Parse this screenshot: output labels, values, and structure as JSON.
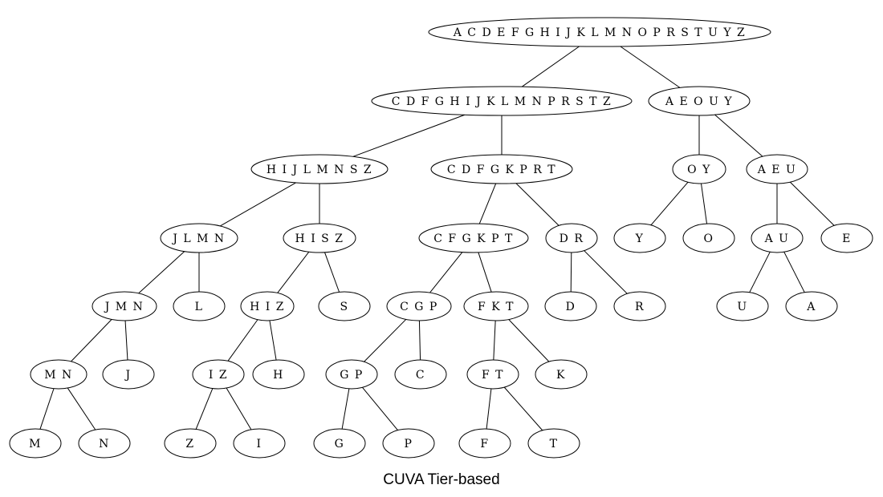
{
  "caption": "CUVA Tier-based",
  "nodes": [
    {
      "id": "root",
      "label": "A C D E F G H I J K L M N O P R S T U Y Z"
    },
    {
      "id": "cons",
      "label": "C D F G H I J K L M N P R S T Z"
    },
    {
      "id": "vow",
      "label": "A E O U Y"
    },
    {
      "id": "hijl",
      "label": "H I J L M N S Z"
    },
    {
      "id": "cdfg",
      "label": "C D F G K P R T"
    },
    {
      "id": "oy",
      "label": "O Y"
    },
    {
      "id": "aeu",
      "label": "A E U"
    },
    {
      "id": "jlmn",
      "label": "J L M N"
    },
    {
      "id": "hisz",
      "label": "H I S Z"
    },
    {
      "id": "cfgkpt",
      "label": "C F G K P T"
    },
    {
      "id": "dr",
      "label": "D R"
    },
    {
      "id": "Y",
      "label": "Y"
    },
    {
      "id": "O",
      "label": "O"
    },
    {
      "id": "au",
      "label": "A U"
    },
    {
      "id": "E",
      "label": "E"
    },
    {
      "id": "jmn",
      "label": "J M N"
    },
    {
      "id": "L",
      "label": "L"
    },
    {
      "id": "hiz",
      "label": "H I Z"
    },
    {
      "id": "S",
      "label": "S"
    },
    {
      "id": "cgp",
      "label": "C G P"
    },
    {
      "id": "fkt",
      "label": "F K T"
    },
    {
      "id": "D",
      "label": "D"
    },
    {
      "id": "R",
      "label": "R"
    },
    {
      "id": "U",
      "label": "U"
    },
    {
      "id": "A",
      "label": "A"
    },
    {
      "id": "mn",
      "label": "M N"
    },
    {
      "id": "J",
      "label": "J"
    },
    {
      "id": "iz",
      "label": "I Z"
    },
    {
      "id": "H",
      "label": "H"
    },
    {
      "id": "gp",
      "label": "G P"
    },
    {
      "id": "C",
      "label": "C"
    },
    {
      "id": "ft",
      "label": "F T"
    },
    {
      "id": "K",
      "label": "K"
    },
    {
      "id": "M",
      "label": "M"
    },
    {
      "id": "N",
      "label": "N"
    },
    {
      "id": "Z",
      "label": "Z"
    },
    {
      "id": "I",
      "label": "I"
    },
    {
      "id": "G",
      "label": "G"
    },
    {
      "id": "P",
      "label": "P"
    },
    {
      "id": "F",
      "label": "F"
    },
    {
      "id": "T",
      "label": "T"
    }
  ],
  "edges": [
    [
      "root",
      "cons"
    ],
    [
      "root",
      "vow"
    ],
    [
      "cons",
      "hijl"
    ],
    [
      "cons",
      "cdfg"
    ],
    [
      "vow",
      "oy"
    ],
    [
      "vow",
      "aeu"
    ],
    [
      "hijl",
      "jlmn"
    ],
    [
      "hijl",
      "hisz"
    ],
    [
      "cdfg",
      "cfgkpt"
    ],
    [
      "cdfg",
      "dr"
    ],
    [
      "oy",
      "Y"
    ],
    [
      "oy",
      "O"
    ],
    [
      "aeu",
      "au"
    ],
    [
      "aeu",
      "E"
    ],
    [
      "jlmn",
      "jmn"
    ],
    [
      "jlmn",
      "L"
    ],
    [
      "hisz",
      "hiz"
    ],
    [
      "hisz",
      "S"
    ],
    [
      "cfgkpt",
      "cgp"
    ],
    [
      "cfgkpt",
      "fkt"
    ],
    [
      "dr",
      "D"
    ],
    [
      "dr",
      "R"
    ],
    [
      "au",
      "U"
    ],
    [
      "au",
      "A"
    ],
    [
      "jmn",
      "mn"
    ],
    [
      "jmn",
      "J"
    ],
    [
      "hiz",
      "iz"
    ],
    [
      "hiz",
      "H"
    ],
    [
      "cgp",
      "gp"
    ],
    [
      "cgp",
      "C"
    ],
    [
      "fkt",
      "ft"
    ],
    [
      "fkt",
      "K"
    ],
    [
      "mn",
      "M"
    ],
    [
      "mn",
      "N"
    ],
    [
      "iz",
      "Z"
    ],
    [
      "iz",
      "I"
    ],
    [
      "gp",
      "G"
    ],
    [
      "gp",
      "P"
    ],
    [
      "ft",
      "F"
    ],
    [
      "ft",
      "T"
    ]
  ]
}
